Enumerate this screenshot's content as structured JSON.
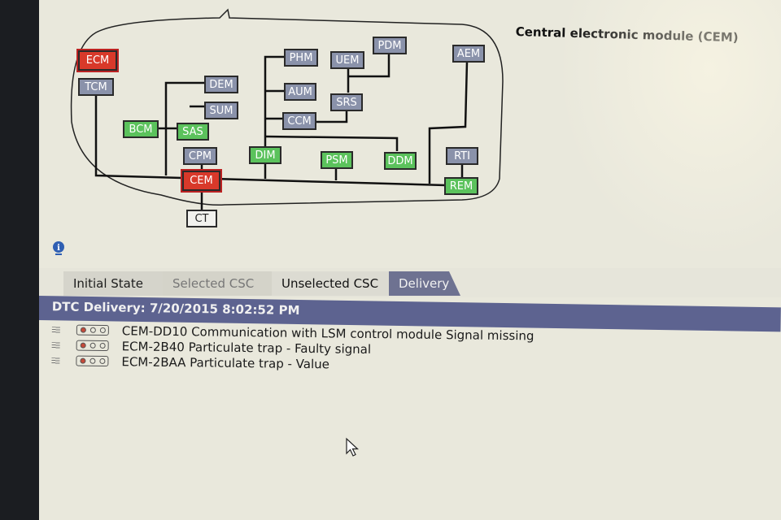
{
  "module_title": "Central electronic module (CEM)",
  "modules": {
    "ECM": {
      "label": "ECM",
      "color": "red"
    },
    "TCM": {
      "label": "TCM",
      "color": "grey"
    },
    "BCM": {
      "label": "BCM",
      "color": "green"
    },
    "SAS": {
      "label": "SAS",
      "color": "green"
    },
    "DEM": {
      "label": "DEM",
      "color": "grey"
    },
    "SUM": {
      "label": "SUM",
      "color": "grey"
    },
    "CPM": {
      "label": "CPM",
      "color": "grey"
    },
    "CEM": {
      "label": "CEM",
      "color": "red"
    },
    "CT": {
      "label": "CT",
      "color": "white"
    },
    "PHM": {
      "label": "PHM",
      "color": "grey"
    },
    "AUM": {
      "label": "AUM",
      "color": "grey"
    },
    "CCM": {
      "label": "CCM",
      "color": "grey"
    },
    "DIM": {
      "label": "DIM",
      "color": "green"
    },
    "UEM": {
      "label": "UEM",
      "color": "grey"
    },
    "SRS": {
      "label": "SRS",
      "color": "grey"
    },
    "PDM": {
      "label": "PDM",
      "color": "grey"
    },
    "PSM": {
      "label": "PSM",
      "color": "green"
    },
    "DDM": {
      "label": "DDM",
      "color": "green"
    },
    "AEM": {
      "label": "AEM",
      "color": "grey"
    },
    "RTI": {
      "label": "RTI",
      "color": "grey"
    },
    "REM": {
      "label": "REM",
      "color": "green"
    }
  },
  "icons": {
    "info": "info-icon",
    "cursor": "mouse-pointer-icon"
  },
  "tabs": [
    {
      "label": "Initial State",
      "active": false
    },
    {
      "label": "Selected CSC",
      "active": false
    },
    {
      "label": "Unselected CSC",
      "active": false
    },
    {
      "label": "Delivery",
      "active": true
    }
  ],
  "delivery_header": "DTC Delivery: 7/20/2015 8:02:52 PM",
  "dtc_rows": [
    {
      "code_text": "CEM-DD10 Communication with LSM control module Signal missing"
    },
    {
      "code_text": "ECM-2B40 Particulate trap - Faulty signal"
    },
    {
      "code_text": "ECM-2BAA Particulate trap - Value"
    }
  ],
  "colors": {
    "module_red": "#d8392a",
    "module_green": "#5bc25c",
    "module_grey": "#8790a8",
    "header_bar": "#5d6390",
    "active_tab": "#6e7291"
  }
}
